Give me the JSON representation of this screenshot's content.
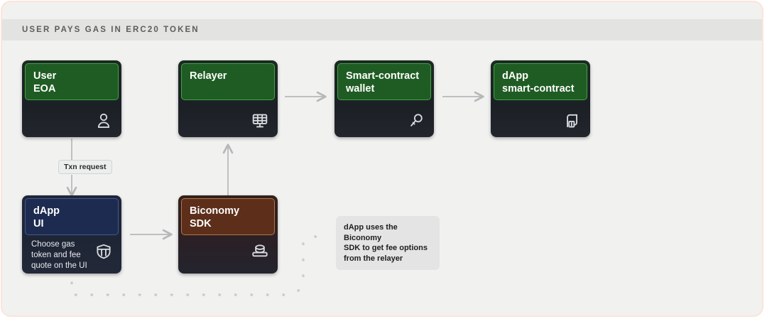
{
  "section": {
    "title": "User pays gas in ERC20 token"
  },
  "nodes": [
    {
      "id": "user-eoa",
      "label": "User\nEOA",
      "icon": "user-icon",
      "body": "",
      "variant": "green"
    },
    {
      "id": "relayer",
      "label": "Relayer",
      "icon": "server-grid-icon",
      "body": "",
      "variant": "green"
    },
    {
      "id": "smart-contract-wallet",
      "label": "Smart-contract\nwallet",
      "icon": "key-icon",
      "body": "",
      "variant": "green"
    },
    {
      "id": "dapp-smart-contract",
      "label": "dApp\nsmart-contract",
      "icon": "contract-icon",
      "body": "",
      "variant": "green"
    },
    {
      "id": "dapp-ui",
      "label": "dApp\nUI",
      "icon": "vault-icon",
      "body": "Choose gas\ntoken and fee\nquote on the UI",
      "variant": "navy"
    },
    {
      "id": "biconomy-sdk",
      "label": "Biconomy\nSDK",
      "icon": "database-icon",
      "body": "",
      "variant": "brown"
    }
  ],
  "edges": {
    "txn_request_label": "Txn request"
  },
  "callouts": [
    {
      "id": "sdk-fee-options",
      "text": "dApp uses the Biconomy\nSDK to get fee options\nfrom the relayer"
    }
  ],
  "colors": {
    "frame_border": "#fbe4db",
    "canvas_bg": "#f1f1f0",
    "header_bg": "#e3e3e2",
    "header_text": "#5d5d5d",
    "green_accent": "#43a047",
    "green_head": "#1f5c23",
    "navy_head": "#1d2b50",
    "brown_head": "#5d2f1a",
    "arrow": "#b6b8b8",
    "dotted": "#c9cacb"
  }
}
